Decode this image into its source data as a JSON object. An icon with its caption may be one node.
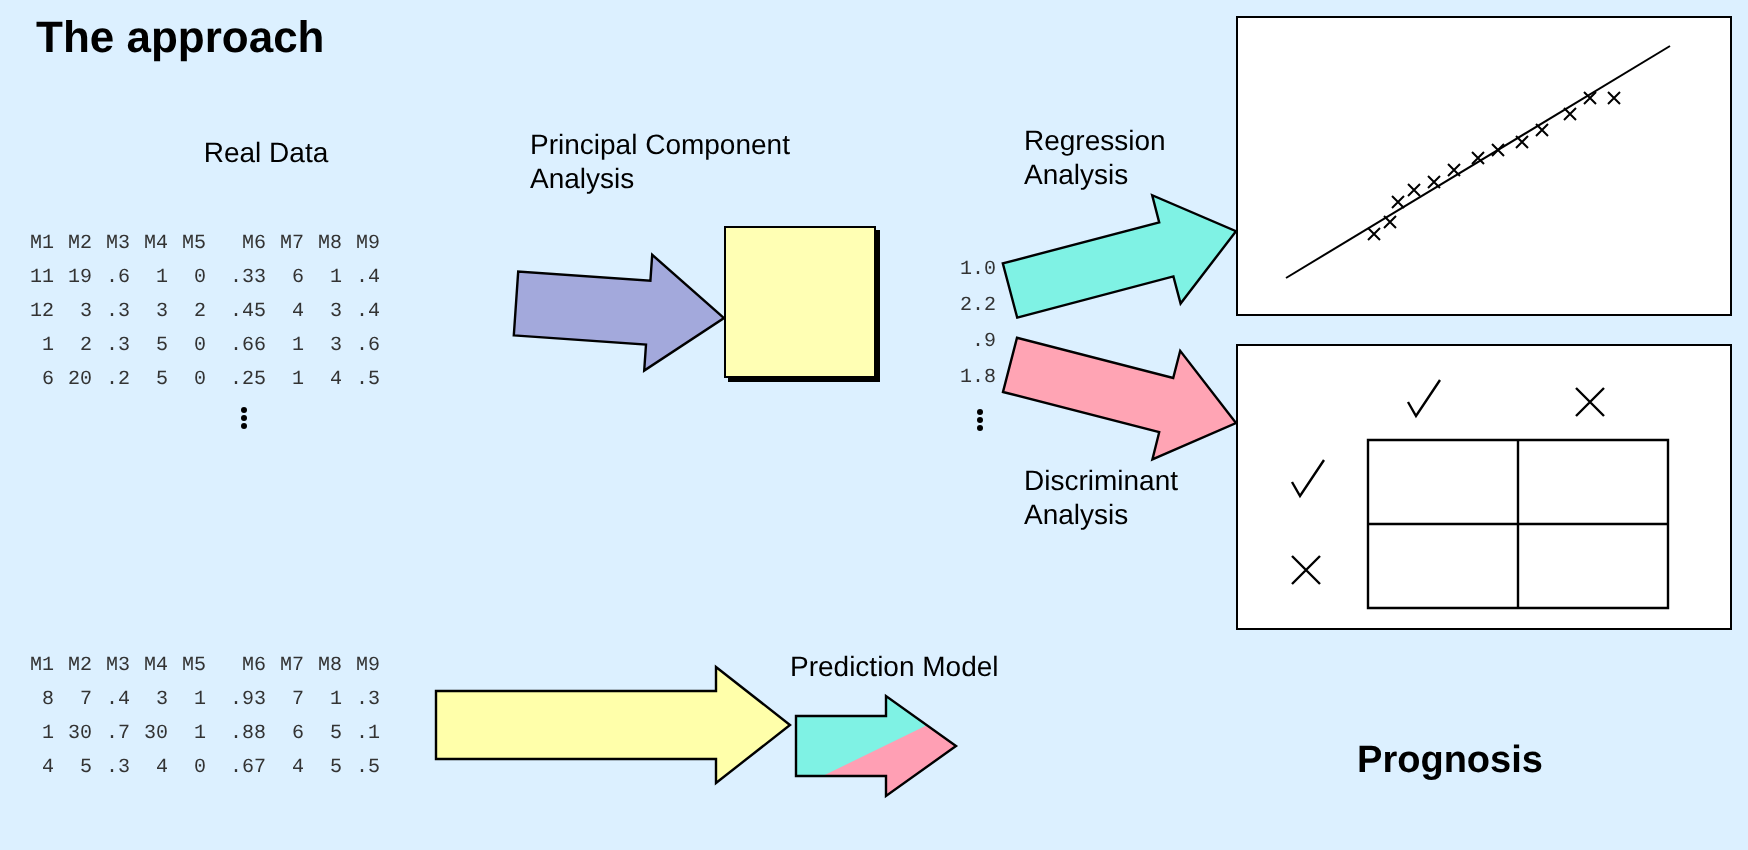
{
  "diagram": {
    "title": "The approach",
    "nodes": [
      {
        "text": [
          "Real Data",
          "M1 M2 M3 M4 M5 M6 M7 M8 M9",
          "11 19 .6 1 0 .33 6 1 .4",
          "12 3 .3 3 2 .45 4 3 .4",
          "1 2 .3 5 0 .66 1 3 .6",
          "6 20 .2 5 0 .25 1 4 .5"
        ]
      },
      {
        "text": [],
        "shape": "box"
      },
      {
        "text": [],
        "shape": "picture"
      },
      {
        "text": [],
        "shape": "picture"
      },
      {
        "text": [
          "M1 M2 M3 M4 M5 M6 M7 M8 M9",
          "8 7 .4 3 1 .93 7 1 .3",
          "1 30 .7 30 1 .88 6 5 .1",
          "4 5 .3 4 0 .67 4 5 .5"
        ]
      },
      {
        "text": [
          "Prediction Model"
        ]
      },
      {
        "text": [
          "Prognosis"
        ]
      }
    ],
    "edges": [
      {
        "from": 0,
        "to": 1,
        "arrow": "to",
        "label": "Principal Component Analysis",
        "style": "thick",
        "color": "#a3a9dc"
      },
      {
        "from": 1,
        "to": 2,
        "arrow": "to",
        "label": "Regression Analysis",
        "style": "thick",
        "color": "#7ff2e4"
      },
      {
        "from": 1,
        "to": 3,
        "arrow": "to",
        "label": "Discriminant Analysis",
        "style": "thick",
        "color": "#ffa4b4"
      },
      {
        "from": 4,
        "to": 5,
        "arrow": "to",
        "style": "thick",
        "color": "#ffffaa"
      }
    ],
    "labels": [
      "1.0",
      "2.2",
      ".9",
      "1.8"
    ]
  }
}
